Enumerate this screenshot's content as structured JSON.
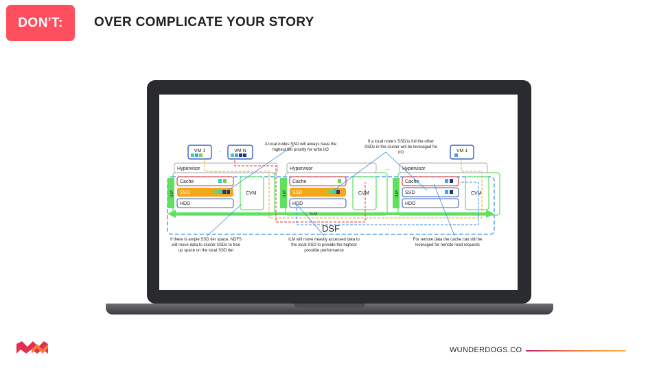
{
  "slide": {
    "badge": "DON'T:",
    "title": "OVER COMPLICATE YOUR STORY",
    "brand": "WUNDERDOGS.CO"
  },
  "diagram": {
    "vm1": "VM 1",
    "vmn": "VM N",
    "vm1_right": "VM 1",
    "dash": "-",
    "ellipsis": "...",
    "hypervisor": "Hypervisor",
    "cache": "Cache",
    "ssd": "SSD",
    "hdd": "HDD",
    "cvm": "CVM",
    "ilm": "ILM",
    "dsf": "DSF",
    "note_top_center_1": "A local nodes SSD will always have the",
    "note_top_center_2": "highest tier priority for write I/O",
    "note_top_right_1": "If a local node's SSD is full the other",
    "note_top_right_2": "SSDs in the cluster will be leveraged for",
    "note_top_right_3": "I/O",
    "note_bl_1": "If there is ample SSD tier space, NDFS",
    "note_bl_2": "will move data to cluster SSDs to free",
    "note_bl_3": "up space on the local SSD tier",
    "note_bc_1": "ILM will move heavily accessed data to",
    "note_bc_2": "the local SSD to provide the highest",
    "note_bc_3": "possible performance",
    "note_br_1": "For remote data the cache can still be",
    "note_br_2": "leveraged for remote read requests"
  },
  "colors": {
    "badge": "#ff4f5f",
    "green": "#5fe05f",
    "blue_dash": "#3b8fe0",
    "red_dash": "#e03030",
    "orange": "#f3a81c"
  }
}
